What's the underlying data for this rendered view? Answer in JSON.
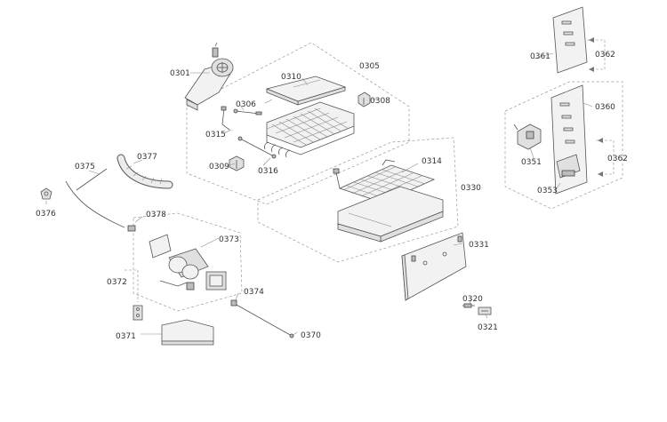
{
  "labels": {
    "p0301": "0301",
    "p0305": "0305",
    "p0306": "0306",
    "p0308": "0308",
    "p0309": "0309",
    "p0310": "0310",
    "p0314": "0314",
    "p0315": "0315",
    "p0316": "0316",
    "p0320": "0320",
    "p0321": "0321",
    "p0330": "0330",
    "p0331": "0331",
    "p0351": "0351",
    "p0353": "0353",
    "p0360": "0360",
    "p0361": "0361",
    "p0362a": "0362",
    "p0362b": "0362",
    "p0370": "0370",
    "p0371": "0371",
    "p0372": "0372",
    "p0373": "0373",
    "p0374": "0374",
    "p0375": "0375",
    "p0376": "0376",
    "p0377": "0377",
    "p0378": "0378"
  }
}
